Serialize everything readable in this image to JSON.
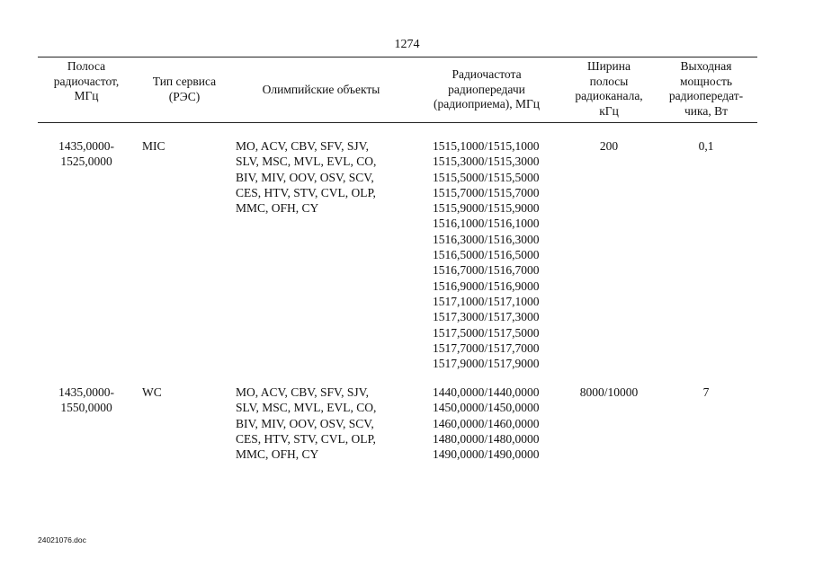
{
  "page_number": "1274",
  "headers": {
    "band": [
      "Полоса",
      "радиочастот,",
      "МГц"
    ],
    "service": [
      "Тип сервиса",
      "(РЭС)"
    ],
    "objects": [
      "Олимпийские объекты"
    ],
    "frequency": [
      "Радиочастота",
      "радиопередачи",
      "(радиоприема), МГц"
    ],
    "bandwidth": [
      "Ширина",
      "полосы",
      "радиоканала,",
      "кГц"
    ],
    "power": [
      "Выходная",
      "мощность",
      "радиопередат-",
      "чика, Вт"
    ]
  },
  "rows": [
    {
      "band": [
        "1435,0000-",
        "1525,0000"
      ],
      "service": "MIC",
      "objects": [
        "MO, ACV, CBV, SFV, SJV,",
        "SLV, MSC, MVL, EVL, CO,",
        "BIV, MIV, OOV, OSV, SCV,",
        "CES, HTV, STV, CVL, OLP,",
        "MMC, OFH, CY"
      ],
      "frequencies": [
        "1515,1000/1515,1000",
        "1515,3000/1515,3000",
        "1515,5000/1515,5000",
        "1515,7000/1515,7000",
        "1515,9000/1515,9000",
        "1516,1000/1516,1000",
        "1516,3000/1516,3000",
        "1516,5000/1516,5000",
        "1516,7000/1516,7000",
        "1516,9000/1516,9000",
        "1517,1000/1517,1000",
        "1517,3000/1517,3000",
        "1517,5000/1517,5000",
        "1517,7000/1517,7000",
        "1517,9000/1517,9000"
      ],
      "bandwidth": "200",
      "power": "0,1"
    },
    {
      "band": [
        "1435,0000-",
        "1550,0000"
      ],
      "service": "WC",
      "objects": [
        "MO, ACV, CBV, SFV, SJV,",
        "SLV, MSC, MVL, EVL, CO,",
        "BIV, MIV, OOV, OSV, SCV,",
        "CES, HTV, STV, CVL, OLP,",
        "MMC, OFH, CY"
      ],
      "frequencies": [
        "1440,0000/1440,0000",
        "1450,0000/1450,0000",
        "1460,0000/1460,0000",
        "1480,0000/1480,0000",
        "1490,0000/1490,0000"
      ],
      "bandwidth": "8000/10000",
      "power": "7"
    }
  ],
  "footer": "24021076.doc"
}
